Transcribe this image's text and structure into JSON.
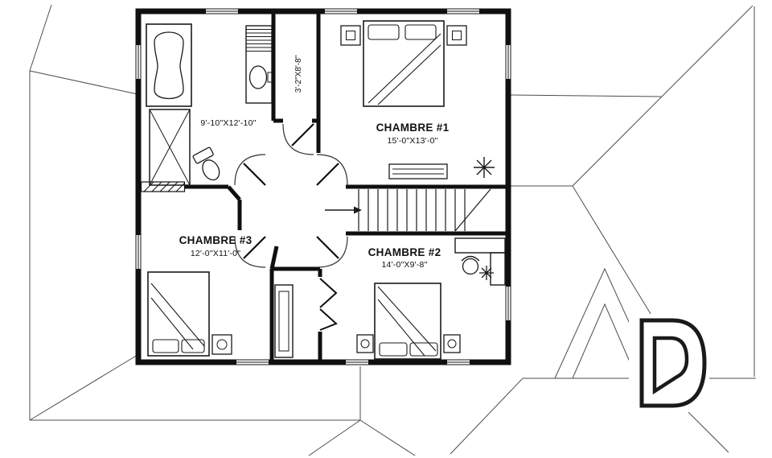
{
  "rooms": {
    "chambre1": {
      "name": "CHAMBRE #1",
      "dims": "15'-0\"X13'-0\""
    },
    "chambre2": {
      "name": "CHAMBRE #2",
      "dims": "14'-0\"X9'-8\""
    },
    "chambre3": {
      "name": "CHAMBRE #3",
      "dims": "12'-0\"X11'-0\""
    },
    "bathroom": {
      "dims": "9'-10\"X12'-10\""
    },
    "hall_closet": {
      "dims": "3'-2\"X8'-8\""
    }
  },
  "icons": {
    "brand_logo": "stylized-d-logo",
    "stair_arrow": "direction-arrow",
    "plant": "plant-scribble"
  },
  "colors": {
    "wall": "#101010",
    "line": "#1a1a1a",
    "roof_line": "#4d4d4d",
    "background": "#ffffff"
  }
}
